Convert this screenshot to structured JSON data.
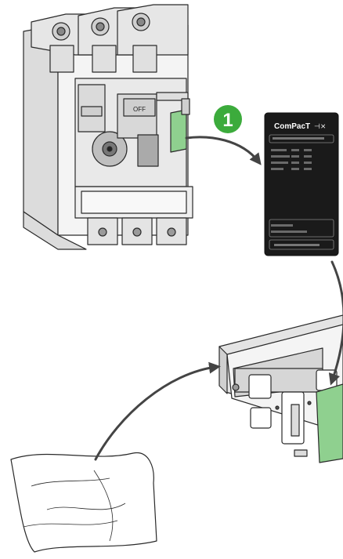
{
  "step": {
    "number": "1",
    "badge_color": "#3cab3c"
  },
  "label_card": {
    "brand": "ComPacT",
    "brand_symbol": "⊣⨯",
    "card_color": "#1a1a1a"
  },
  "breaker": {
    "handle_text": "OFF",
    "highlight_color": "#8fd08f"
  },
  "panel": {
    "highlight_color": "#8fd08f"
  },
  "colors": {
    "outline": "#2a2a2a",
    "body_fill": "#f2f2f2",
    "shade_fill": "#d4d4d4",
    "arrow": "#444444"
  }
}
